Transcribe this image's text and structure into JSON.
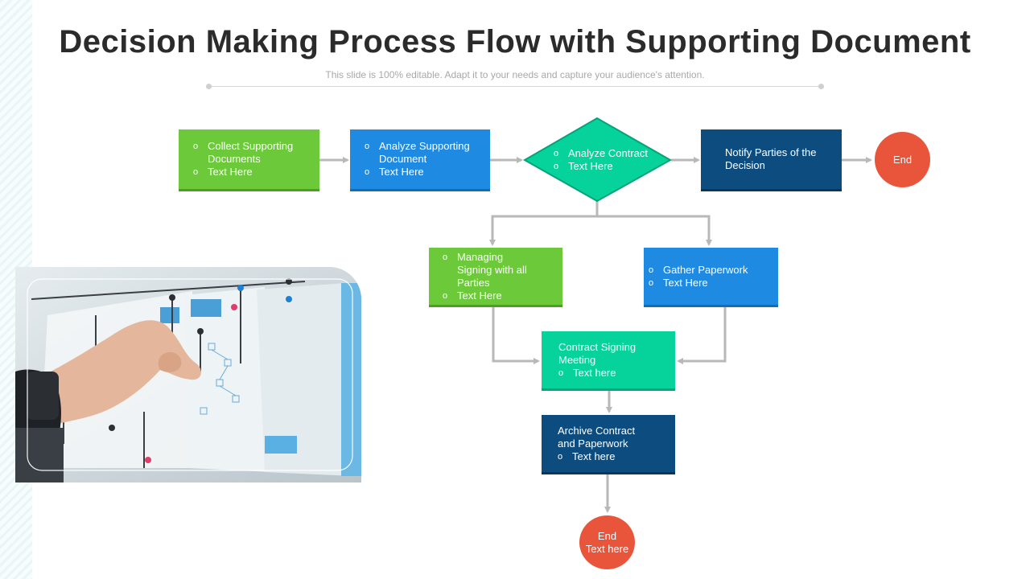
{
  "slide": {
    "title": "Decision Making Process Flow with Supporting Document",
    "subtitle": "This slide is 100% editable. Adapt it to your needs and capture your audience's attention."
  },
  "colors": {
    "green": "#6bc93a",
    "blue": "#1f8ae2",
    "navy": "#0c4c7f",
    "teal": "#06d39b",
    "red": "#e8553b",
    "connector": "#b8b8b8"
  },
  "nodes": {
    "collect": {
      "items": [
        "Collect Supporting Documents",
        "Text Here"
      ]
    },
    "analyze_doc": {
      "items": [
        "Analyze Supporting Document",
        "Text Here"
      ]
    },
    "analyze_contract": {
      "items": [
        "Analyze Contract",
        "Text Here"
      ]
    },
    "notify": {
      "text": "Notify Parties of the Decision"
    },
    "end_top": {
      "text": "End"
    },
    "managing": {
      "items": [
        "Managing Signing with all Parties",
        "Text Here"
      ]
    },
    "gather": {
      "items": [
        "Gather Paperwork",
        "Text Here"
      ]
    },
    "meeting": {
      "text": "Contract Signing Meeting",
      "items": [
        "Text here"
      ]
    },
    "archive": {
      "text": "Archive Contract and Paperwork",
      "items": [
        "Text here"
      ]
    },
    "end_bottom": {
      "line1": "End",
      "line2": "Text here"
    }
  },
  "photo": {
    "icon": "photo-of-hand-pinning-flowchart"
  }
}
